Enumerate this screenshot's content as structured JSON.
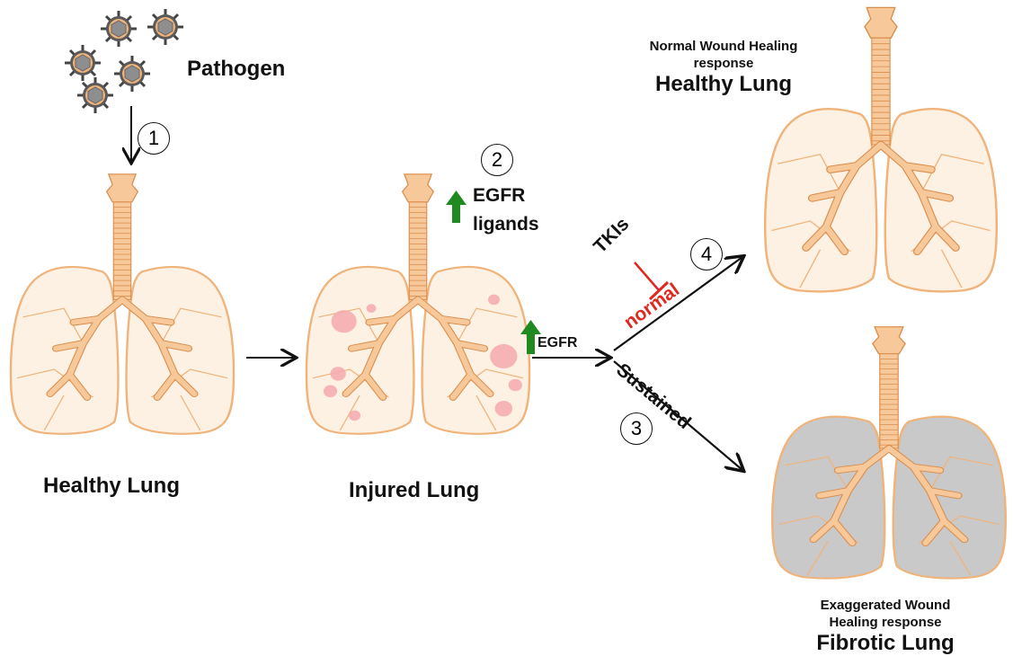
{
  "pathogen": {
    "label": "Pathogen"
  },
  "lungs": {
    "healthy": {
      "label": "Healthy Lung"
    },
    "injured": {
      "label": "Injured Lung"
    },
    "outcome_healthy": {
      "subtitle_line1": "Normal Wound Healing",
      "subtitle_line2": "response",
      "title": "Healthy Lung"
    },
    "outcome_fibrotic": {
      "subtitle_line1": "Exaggerated Wound",
      "subtitle_line2": "Healing response",
      "title": "Fibrotic Lung"
    }
  },
  "steps": {
    "s1": "1",
    "s2": "2",
    "s3": "3",
    "s4": "4"
  },
  "egfr_ligands": {
    "line1": "EGFR",
    "line2": "ligands"
  },
  "egfr": {
    "label": "EGFR"
  },
  "tkis": {
    "label": "TKIs"
  },
  "normal_path": {
    "label": "normal"
  },
  "sustained_path": {
    "label": "Sustained"
  },
  "colors": {
    "lung_fill": "#fdf1e4",
    "lung_outline": "#f0b37a",
    "airway": "#f7c99a",
    "fibrotic_fill": "#c9c9c9",
    "lesion": "#f6a9ae",
    "up_arrow": "#1f8a1f",
    "inhibit": "#e0281e"
  }
}
